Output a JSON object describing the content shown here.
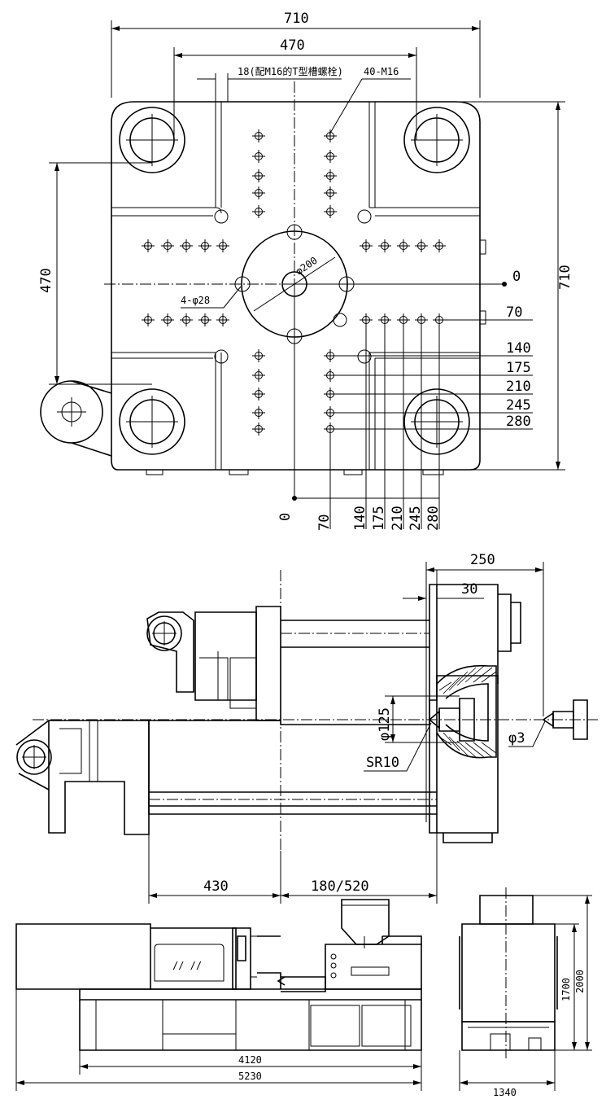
{
  "platen_view": {
    "width_label": "710",
    "tiebar_span_label": "470",
    "tslot_label": "18(配M16的T型槽螺栓)",
    "thread_label": "40-M16",
    "height_label": "710",
    "tiebar_span_v_label": "470",
    "center_dia_label": "φ200",
    "holes_label": "4-φ28",
    "y_coords": [
      "0",
      "70",
      "140",
      "175",
      "210",
      "245",
      "280"
    ],
    "x_coords": [
      "0",
      "70",
      "140",
      "175",
      "210",
      "245",
      "280"
    ]
  },
  "side_view": {
    "total_label": "250",
    "offset_label": "30",
    "nozzle_dia_label": "φ125",
    "sphere_label": "SR10",
    "hole_label": "φ3",
    "stroke_label": "430",
    "mold_label": "180/520"
  },
  "machine_view": {
    "base_length_label": "4120",
    "total_length_label": "5230",
    "width_label": "1340",
    "height1_label": "1700",
    "height2_label": "2000"
  }
}
